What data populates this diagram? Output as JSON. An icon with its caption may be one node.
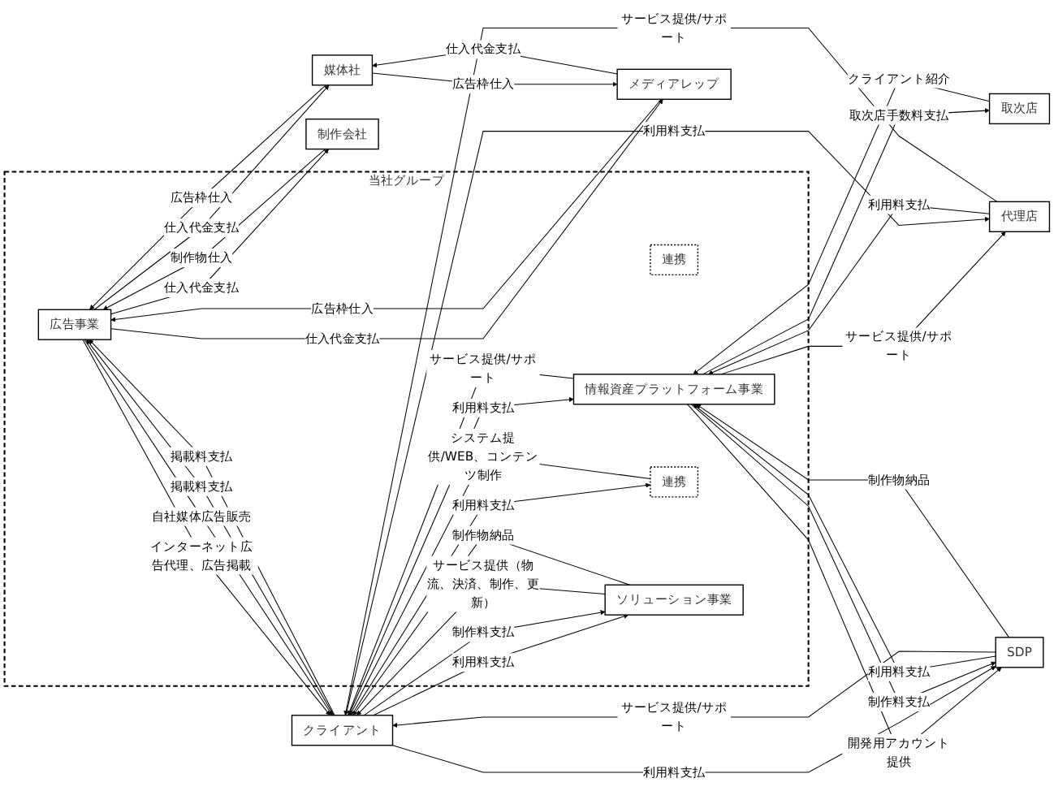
{
  "diagram": {
    "nodes": [
      {
        "text": [
          "当社グループ"
        ]
      },
      {
        "text": [
          "広告事業"
        ],
        "in": 0
      },
      {
        "text": [
          "連携"
        ],
        "in": 0
      },
      {
        "text": [
          "情報資産プラットフォーム事業"
        ],
        "in": 0
      },
      {
        "text": [
          "連携"
        ],
        "in": 0
      },
      {
        "text": [
          "ソリューション事業"
        ],
        "in": 0
      },
      {
        "text": [
          "制作会社"
        ]
      },
      {
        "text": [
          "媒体社"
        ]
      },
      {
        "text": [
          "メディアレップ"
        ]
      },
      {
        "text": [
          "代理店"
        ]
      },
      {
        "text": [
          "SDP"
        ]
      },
      {
        "text": [
          "取次店"
        ]
      },
      {
        "text": [
          "クライアント"
        ]
      }
    ],
    "edges": [
      {
        "from": 1,
        "to": 6,
        "arrow": "to",
        "label": "仕入代金支払"
      },
      {
        "from": 6,
        "to": 1,
        "arrow": "to",
        "label": "制作物仕入"
      },
      {
        "from": 1,
        "to": 7,
        "arrow": "to",
        "label": "仕入代金支払"
      },
      {
        "from": 7,
        "to": 1,
        "arrow": "to",
        "label": "広告枠仕入"
      },
      {
        "from": 8,
        "to": 7,
        "arrow": "to",
        "label": "仕入代金支払"
      },
      {
        "from": 7,
        "to": 8,
        "arrow": "to",
        "label": "広告枠仕入"
      },
      {
        "from": 1,
        "to": 8,
        "arrow": "to",
        "label": "仕入代金支払"
      },
      {
        "from": 8,
        "to": 1,
        "arrow": "to",
        "label": "広告枠仕入"
      },
      {
        "from": 12,
        "to": 1,
        "arrow": "to",
        "label": "掲載料支払"
      },
      {
        "from": 1,
        "to": 12,
        "arrow": "to",
        "label": "インターネット広告代理、広告掲載"
      },
      {
        "from": 12,
        "to": 1,
        "arrow": "to",
        "label": "掲載料支払"
      },
      {
        "from": 1,
        "to": 12,
        "arrow": "to",
        "label": "自社媒体広告販売"
      },
      {
        "from": 12,
        "to": 3,
        "arrow": "to",
        "label": "利用料支払"
      },
      {
        "from": 3,
        "to": 12,
        "arrow": "to",
        "label": "サービス提供/サポート"
      },
      {
        "from": 9,
        "to": 3,
        "arrow": "to",
        "label": "利用料支払"
      },
      {
        "from": 3,
        "to": 9,
        "arrow": "to",
        "label": "サービス提供/サポート"
      },
      {
        "from": 12,
        "to": 9,
        "arrow": "to",
        "label": "利用料支払"
      },
      {
        "from": 9,
        "to": 12,
        "arrow": "to",
        "label": "サービス提供/サポート"
      },
      {
        "from": 10,
        "to": 3,
        "arrow": "to",
        "label": "利用料支払"
      },
      {
        "from": 3,
        "to": 10,
        "arrow": "to",
        "label": "開発用アカウント提供"
      },
      {
        "from": 12,
        "to": 10,
        "arrow": "to",
        "label": "利用料支払"
      },
      {
        "from": 10,
        "to": 12,
        "arrow": "to",
        "label": "サービス提供/サポート"
      },
      {
        "from": 10,
        "to": 3,
        "arrow": "to",
        "label": "制作物納品"
      },
      {
        "from": 3,
        "to": 10,
        "arrow": "to",
        "label": "制作料支払"
      },
      {
        "from": 11,
        "to": 3,
        "arrow": "to",
        "label": "クライアント紹介"
      },
      {
        "from": 3,
        "to": 11,
        "arrow": "to",
        "label": "取次店手数料支払"
      },
      {
        "from": 12,
        "to": 4,
        "arrow": "to",
        "label": "利用料支払"
      },
      {
        "from": 4,
        "to": 12,
        "arrow": "to",
        "label": "システム提供/WEB、コンテンツ制作"
      },
      {
        "from": 12,
        "to": 5,
        "arrow": "to",
        "label": "利用料支払"
      },
      {
        "from": 5,
        "to": 12,
        "arrow": "to",
        "label": "サービス提供（物流、決済、制作、更新）"
      },
      {
        "from": 12,
        "to": 5,
        "arrow": "to",
        "label": "制作料支払"
      },
      {
        "from": 5,
        "to": 12,
        "arrow": "to",
        "label": "制作物納品"
      }
    ]
  }
}
